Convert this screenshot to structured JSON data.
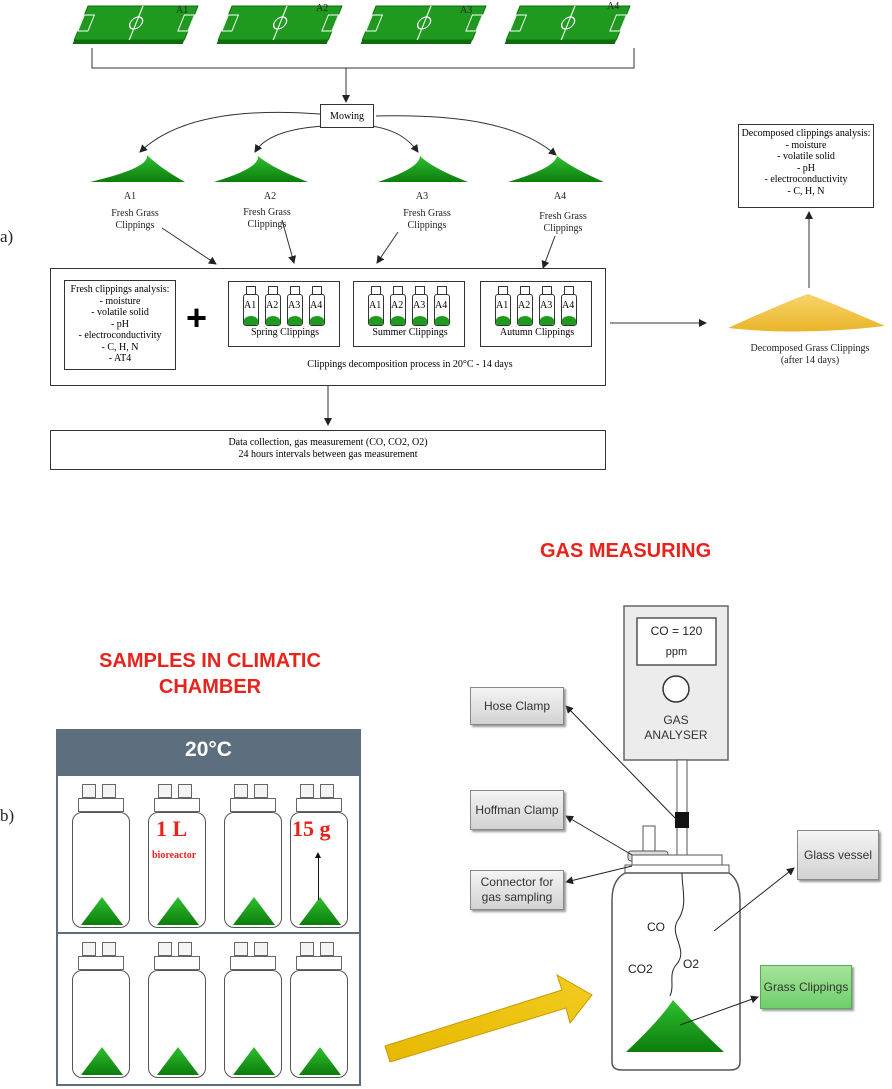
{
  "panel_a": {
    "label": "a)",
    "fields": [
      "A1",
      "A2",
      "A3",
      "A4"
    ],
    "mowing": "Mowing",
    "piles": [
      "A1",
      "A2",
      "A3",
      "A4"
    ],
    "fresh_label_line1": "Fresh Grass",
    "fresh_label_line2": "Clippings",
    "fresh_analysis": {
      "title": "Fresh clippings analysis:",
      "items": [
        "- moisture",
        "- volatile solid",
        "- pH",
        "- electroconductivity",
        "- C, H, N",
        "- AT4"
      ]
    },
    "plus": "+",
    "groups": [
      "Spring Clippings",
      "Summer Clippings",
      "Autumn Clippings"
    ],
    "vial_labels": [
      "A1",
      "A2",
      "A3",
      "A4"
    ],
    "process_caption": "Clippings decomposition process in 20°C - 14 days",
    "data_collection_line1": "Data collection, gas measurement (CO, CO2, O2)",
    "data_collection_line2": "24 hours intervals between gas measurement",
    "decomposed_analysis": {
      "title": "Decomposed clippings analysis:",
      "items": [
        "- moisture",
        "- volatile solid",
        "- pH",
        "- electroconductivity",
        "- C, H, N"
      ]
    },
    "decomposed_label_line1": "Decomposed Grass Clippings",
    "decomposed_label_line2": "(after 14 days)"
  },
  "panel_b": {
    "label": "b)",
    "chamber_title_line1": "SAMPLES IN CLIMATIC",
    "chamber_title_line2": "CHAMBER",
    "temperature": "20°C",
    "volume": "1 L",
    "bioreactor": "bioreactor",
    "mass": "15 g",
    "gas_title": "GAS MEASURING",
    "display_value": "CO = 120",
    "display_unit": "ppm",
    "analyser_line1": "GAS",
    "analyser_line2": "ANALYSER",
    "callouts": {
      "hose_clamp": "Hose Clamp",
      "hoffman_clamp": "Hoffman Clamp",
      "connector": "Connector for gas sampling",
      "glass_vessel": "Glass vessel",
      "grass_clippings": "Grass Clippings"
    },
    "gases": {
      "co": "CO",
      "co2": "CO2",
      "o2": "O2"
    },
    "colors": {
      "red_title": "#e8231c",
      "grass": "#1e9b1e",
      "chamber_header": "#5d6f7e",
      "arrow": "#e0b40a",
      "decomposed": "#f1c232"
    }
  }
}
